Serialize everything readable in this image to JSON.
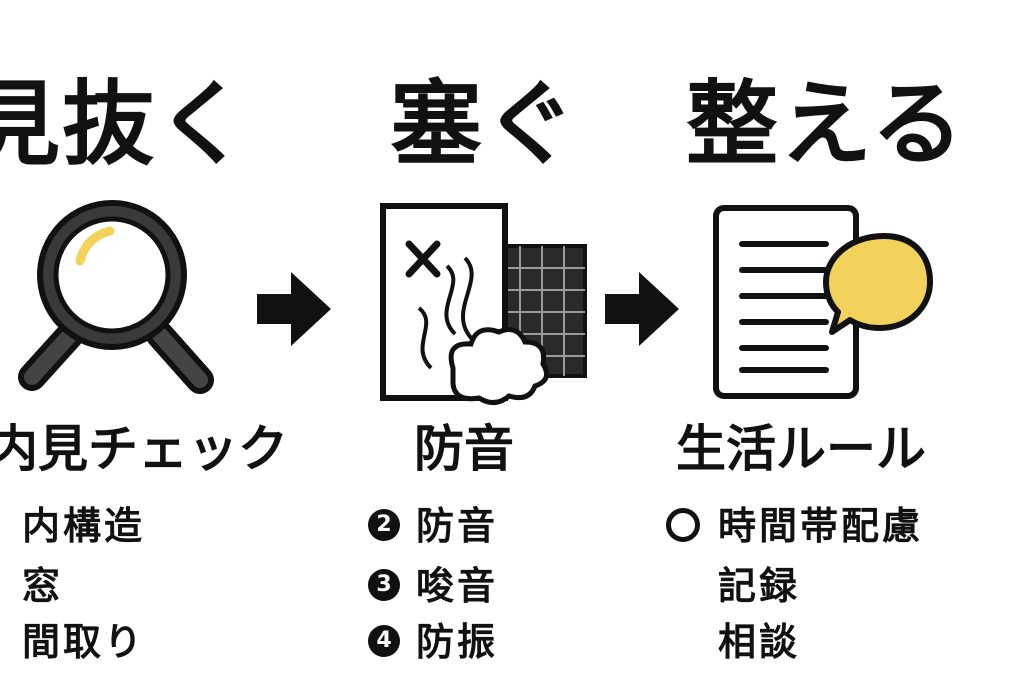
{
  "steps": [
    {
      "heading": "見抜く",
      "icon": "magnifier-icon",
      "label": "内見チェック",
      "items": [
        "内構造",
        "窓",
        "間取り"
      ]
    },
    {
      "heading": "塞ぐ",
      "icon": "soundproof-window-icon",
      "label": "防音",
      "items": [
        {
          "badge": "2",
          "text": "防音"
        },
        {
          "badge": "3",
          "text": "唆音"
        },
        {
          "badge": "4",
          "text": "防振"
        }
      ]
    },
    {
      "heading": "整える",
      "icon": "document-speech-bubble-icon",
      "label": "生活ルール",
      "items": [
        "時間帯配慮",
        "記録",
        "相談"
      ]
    }
  ],
  "arrows": [
    "arrow-right-icon",
    "arrow-right-icon"
  ],
  "colors": {
    "ink": "#111111",
    "accent": "#f2d25a",
    "lens": "#2b2b2b"
  }
}
